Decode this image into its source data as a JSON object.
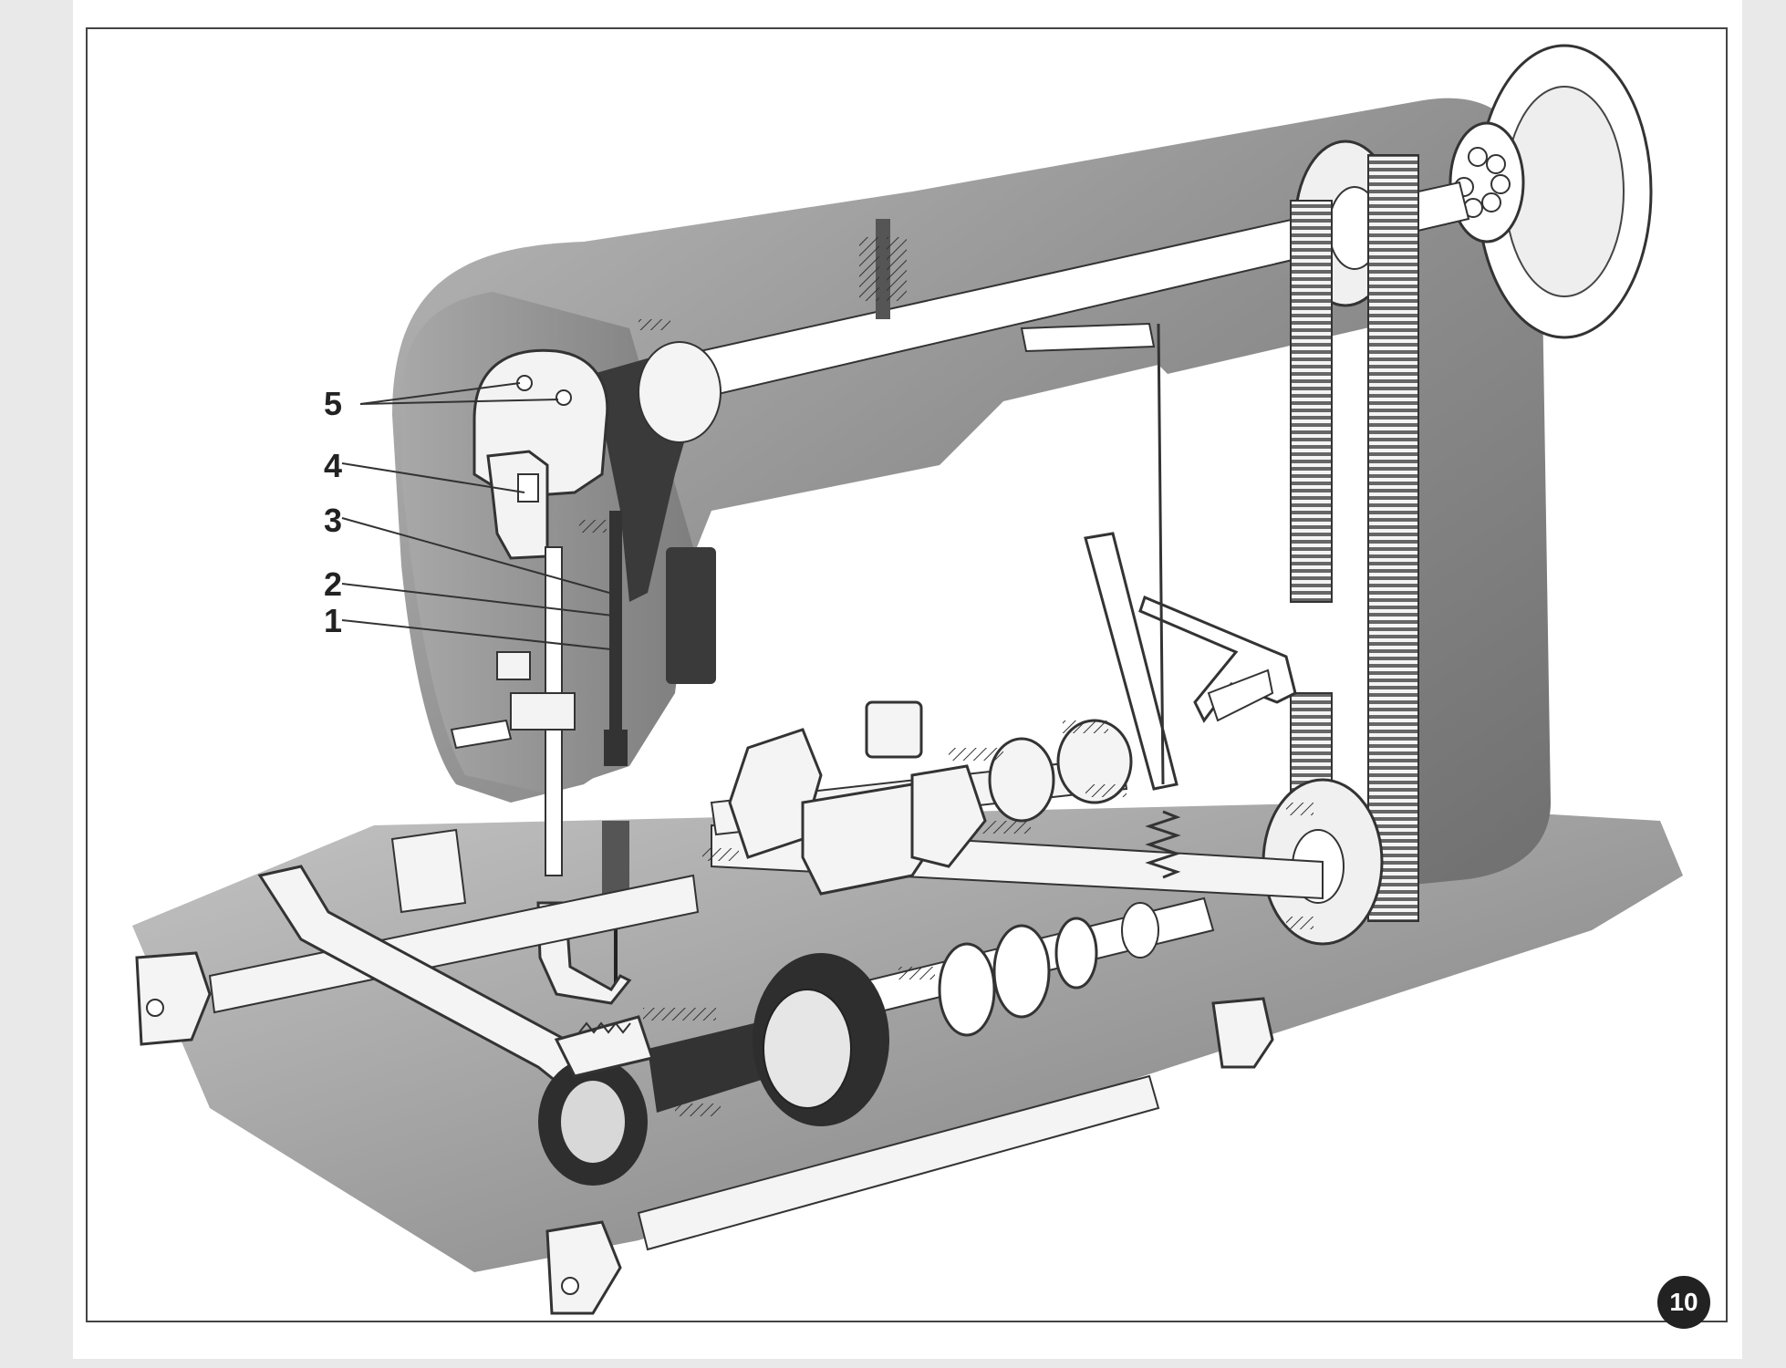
{
  "callouts": [
    {
      "id": "1",
      "label": "1"
    },
    {
      "id": "2",
      "label": "2"
    },
    {
      "id": "3",
      "label": "3"
    },
    {
      "id": "4",
      "label": "4"
    },
    {
      "id": "5",
      "label": "5"
    }
  ],
  "page_number": "10",
  "colors": {
    "frame": "#444444",
    "body_shade": "#9a9a9a",
    "body_dark": "#6e6e6e",
    "parts_light": "#f2f2f2",
    "parts_dark": "#3a3a3a",
    "badge": "#222222"
  }
}
